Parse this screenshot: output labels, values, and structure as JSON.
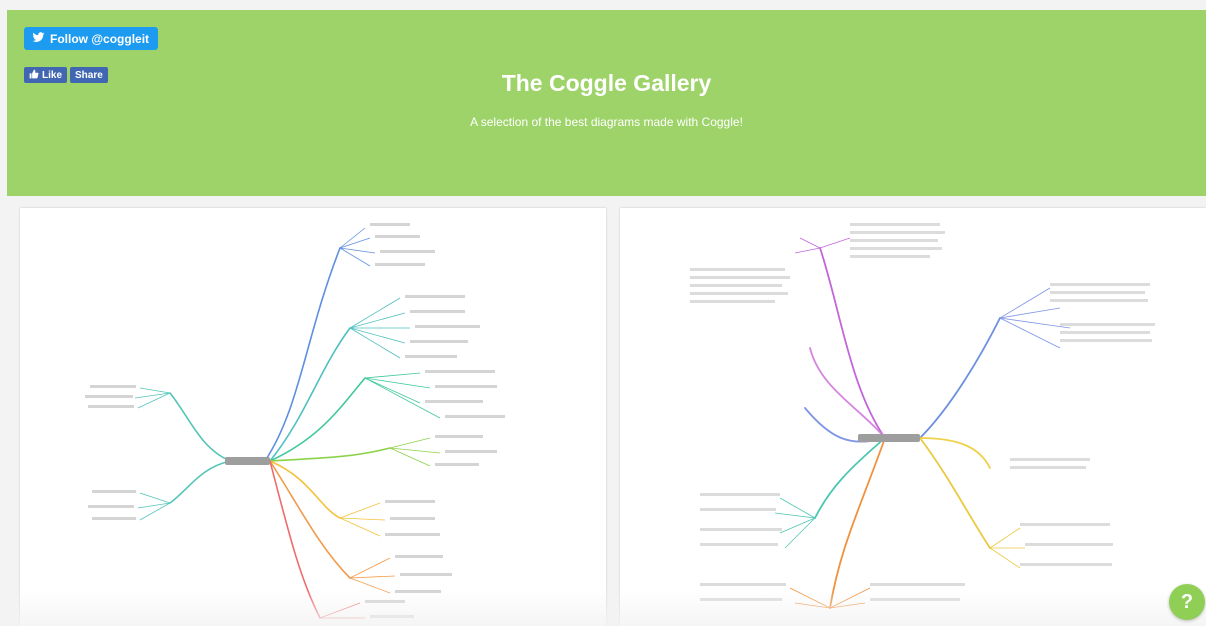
{
  "header": {
    "follow_label": "Follow @coggleit",
    "like_label": "Like",
    "share_label": "Share",
    "title": "The Coggle Gallery",
    "subtitle": "A selection of the best diagrams made with Coggle!"
  },
  "help": {
    "label": "?"
  },
  "colors": {
    "header_bg": "#9ed36a",
    "twitter": "#1d9bf0",
    "facebook": "#4267b2",
    "help_bg": "#8fcf55"
  },
  "icons": [
    "twitter-bird-icon",
    "thumbs-up-icon",
    "help-icon"
  ]
}
